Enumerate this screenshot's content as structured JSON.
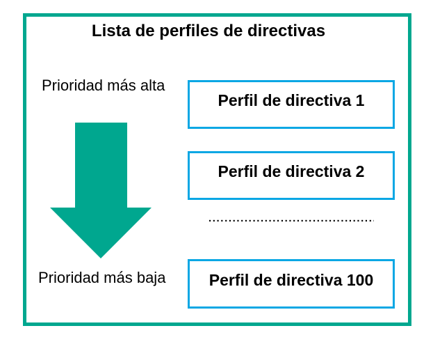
{
  "colors": {
    "teal": "#00a78f",
    "blue": "#0ba7e4",
    "text": "#000000",
    "background": "#ffffff"
  },
  "diagram": {
    "title": "Lista de perfiles de directivas",
    "priority": {
      "highest": "Prioridad más alta",
      "lowest": "Prioridad más baja"
    },
    "profiles": [
      "Perfil de directiva 1",
      "Perfil de directiva 2",
      "Perfil de directiva 100"
    ],
    "ellipsis": ".........................................."
  }
}
